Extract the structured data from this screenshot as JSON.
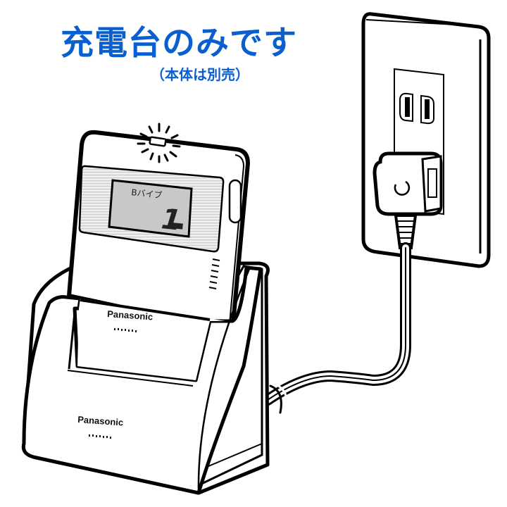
{
  "header": {
    "title": "充電台のみです",
    "subtitle": "（本体は別売）",
    "color": "#0a5fd0"
  },
  "device": {
    "lcd_label": "Bバイブ",
    "lcd_number": "1",
    "brand": "Panasonic"
  },
  "charger": {
    "brand": "Panasonic"
  },
  "icons": {
    "charging_indicator": "flashing-led-icon",
    "outlet": "wall-outlet-icon",
    "plug": "ac-adapter-plug-icon"
  }
}
